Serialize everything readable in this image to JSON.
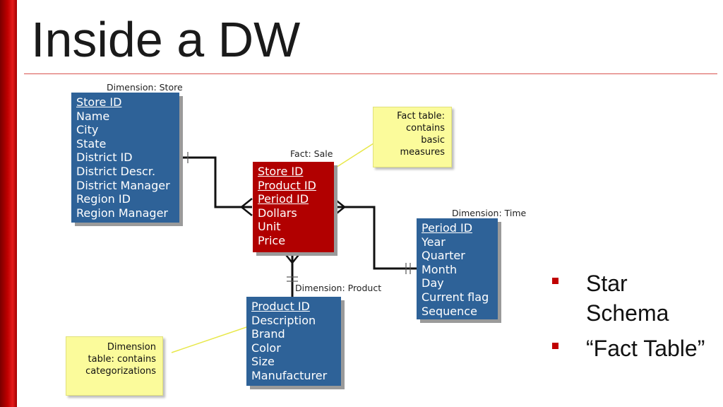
{
  "slide": {
    "title": "Inside a DW"
  },
  "diagram": {
    "store": {
      "caption": "Dimension: Store",
      "fields": [
        {
          "label": "Store ID",
          "key": true
        },
        {
          "label": "Name"
        },
        {
          "label": "City"
        },
        {
          "label": "State"
        },
        {
          "label": "District ID"
        },
        {
          "label": "District Descr."
        },
        {
          "label": "District Manager"
        },
        {
          "label": "Region ID"
        },
        {
          "label": "Region Manager"
        }
      ]
    },
    "sale": {
      "caption": "Fact: Sale",
      "fields": [
        {
          "label": "Store ID",
          "key": true
        },
        {
          "label": "Product ID",
          "key": true
        },
        {
          "label": "Period ID",
          "key": true
        },
        {
          "label": "Dollars"
        },
        {
          "label": "Unit"
        },
        {
          "label": "Price"
        }
      ]
    },
    "time": {
      "caption": "Dimension: Time",
      "fields": [
        {
          "label": "Period ID",
          "key": true
        },
        {
          "label": "Year"
        },
        {
          "label": "Quarter"
        },
        {
          "label": "Month"
        },
        {
          "label": "Day"
        },
        {
          "label": "Current flag"
        },
        {
          "label": "Sequence"
        }
      ]
    },
    "product": {
      "caption": "Dimension: Product",
      "fields": [
        {
          "label": "Product ID",
          "key": true
        },
        {
          "label": "Description"
        },
        {
          "label": "Brand"
        },
        {
          "label": "Color"
        },
        {
          "label": "Size"
        },
        {
          "label": "Manufacturer"
        }
      ]
    },
    "notes": {
      "fact": [
        "Fact table:",
        "contains",
        "basic",
        "measures"
      ],
      "dimension": [
        "Dimension",
        "table: contains",
        "categorizations"
      ]
    }
  },
  "bullets": [
    "Star Schema",
    "“Fact Table”"
  ],
  "colors": {
    "accent": "#c00000",
    "dimension_box": "#2e6298",
    "fact_box": "#b10000",
    "note_bg": "#fbfb9b"
  }
}
